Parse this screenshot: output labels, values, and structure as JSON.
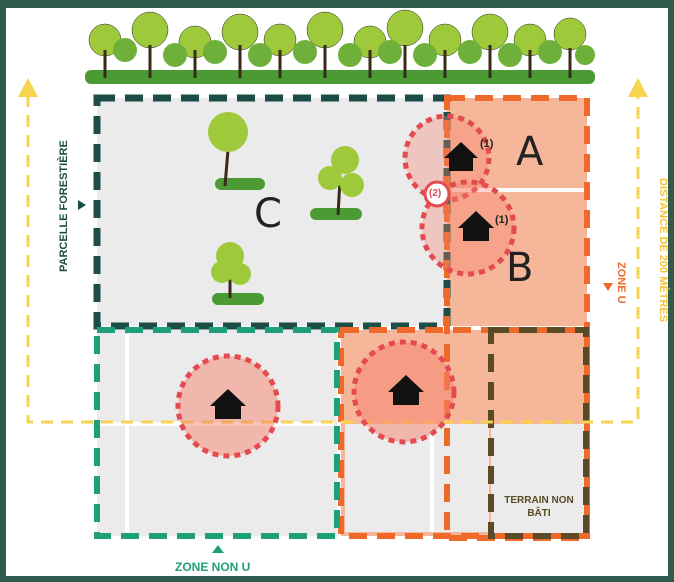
{
  "labels": {
    "parcelle": "PARCELLE FORESTIÈRE",
    "distance": "DISTANCE DE 200 MÈTRES",
    "zone_u": "ZONE U",
    "zone_non_u": "ZONE NON U",
    "terrain": "TERRAIN NON BÂTI"
  },
  "letters": {
    "a": "A",
    "b": "B",
    "c": "C"
  },
  "notes": {
    "n1a": "(1)",
    "n1b": "(1)",
    "n2": "(2)"
  },
  "colors": {
    "frame": "#2f5a4c",
    "forest_zone": "#1d4d47",
    "zone_u": "#ef6a2a",
    "zone_u_fill": "#f6b69a",
    "zone_non_u": "#20a07a",
    "terrain": "#5a4a25",
    "distance": "#f7d44f",
    "risk_circle": "#e44b50",
    "house": "#111111",
    "tree_green": "#9ec93a",
    "bush_green": "#4c9a33"
  },
  "icons": {
    "house": "house-icon",
    "tree": "tree-icon",
    "arrow": "arrow-icon"
  }
}
